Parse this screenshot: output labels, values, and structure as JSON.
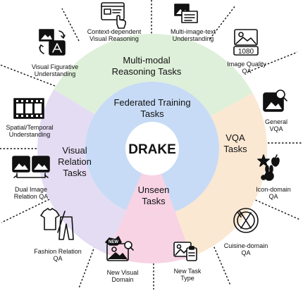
{
  "center": {
    "title": "DRAKE"
  },
  "inner_ring": {
    "line1": "Federated Training",
    "line2": "Tasks"
  },
  "segments": {
    "multimodal": {
      "line1": "Multi-modal",
      "line2": "Reasoning Tasks",
      "color": "#dff0da"
    },
    "vqa": {
      "line1": "VQA",
      "line2": "Tasks",
      "color": "#fbe8d2"
    },
    "unseen": {
      "line1": "Unseen",
      "line2": "Tasks",
      "color": "#f7d3e4"
    },
    "visual": {
      "line1": "Visual",
      "line2": "Relation",
      "line3": "Tasks",
      "color": "#e3dcf3"
    }
  },
  "inner_color": "#c7dbf6",
  "tasks": {
    "context": {
      "line1": "Context-dependent",
      "line2": "Visual Reasoning",
      "icon": "pointer-screen-icon"
    },
    "multi_image": {
      "line1": "Multi-image-text",
      "line2": "Understanding",
      "icon": "image-text-icon"
    },
    "image_quality": {
      "line1": "Image Quality",
      "line2": "QA",
      "icon": "image-1080-icon"
    },
    "general_vqa": {
      "line1": "General",
      "line2": "VQA",
      "icon": "image-search-icon"
    },
    "icon_domain": {
      "line1": "Icon-domain",
      "line2": "QA",
      "icon": "icon-set-icon"
    },
    "cuisine": {
      "line1": "Cuisine-domain",
      "line2": "QA",
      "icon": "plate-cutlery-icon"
    },
    "new_task_type": {
      "line1": "New Task",
      "line2": "Type",
      "icon": "image-clipboard-icon"
    },
    "new_visual": {
      "line1": "New Visual",
      "line2": "Domain",
      "icon": "new-image-icon"
    },
    "fashion": {
      "line1": "Fashion Relation",
      "line2": "QA",
      "icon": "clothes-icon"
    },
    "dual_image": {
      "line1": "Dual Image",
      "line2": "Relation QA",
      "icon": "dual-image-icon"
    },
    "spatial": {
      "line1": "Spatial/Temporal",
      "line2": "Understanding",
      "icon": "film-strip-icon"
    },
    "figurative": {
      "line1": "Visual Figurative",
      "line2": "Understanding",
      "icon": "image-letter-icon"
    }
  },
  "icon_texts": {
    "resolution": "1080",
    "badge": "NEW"
  }
}
